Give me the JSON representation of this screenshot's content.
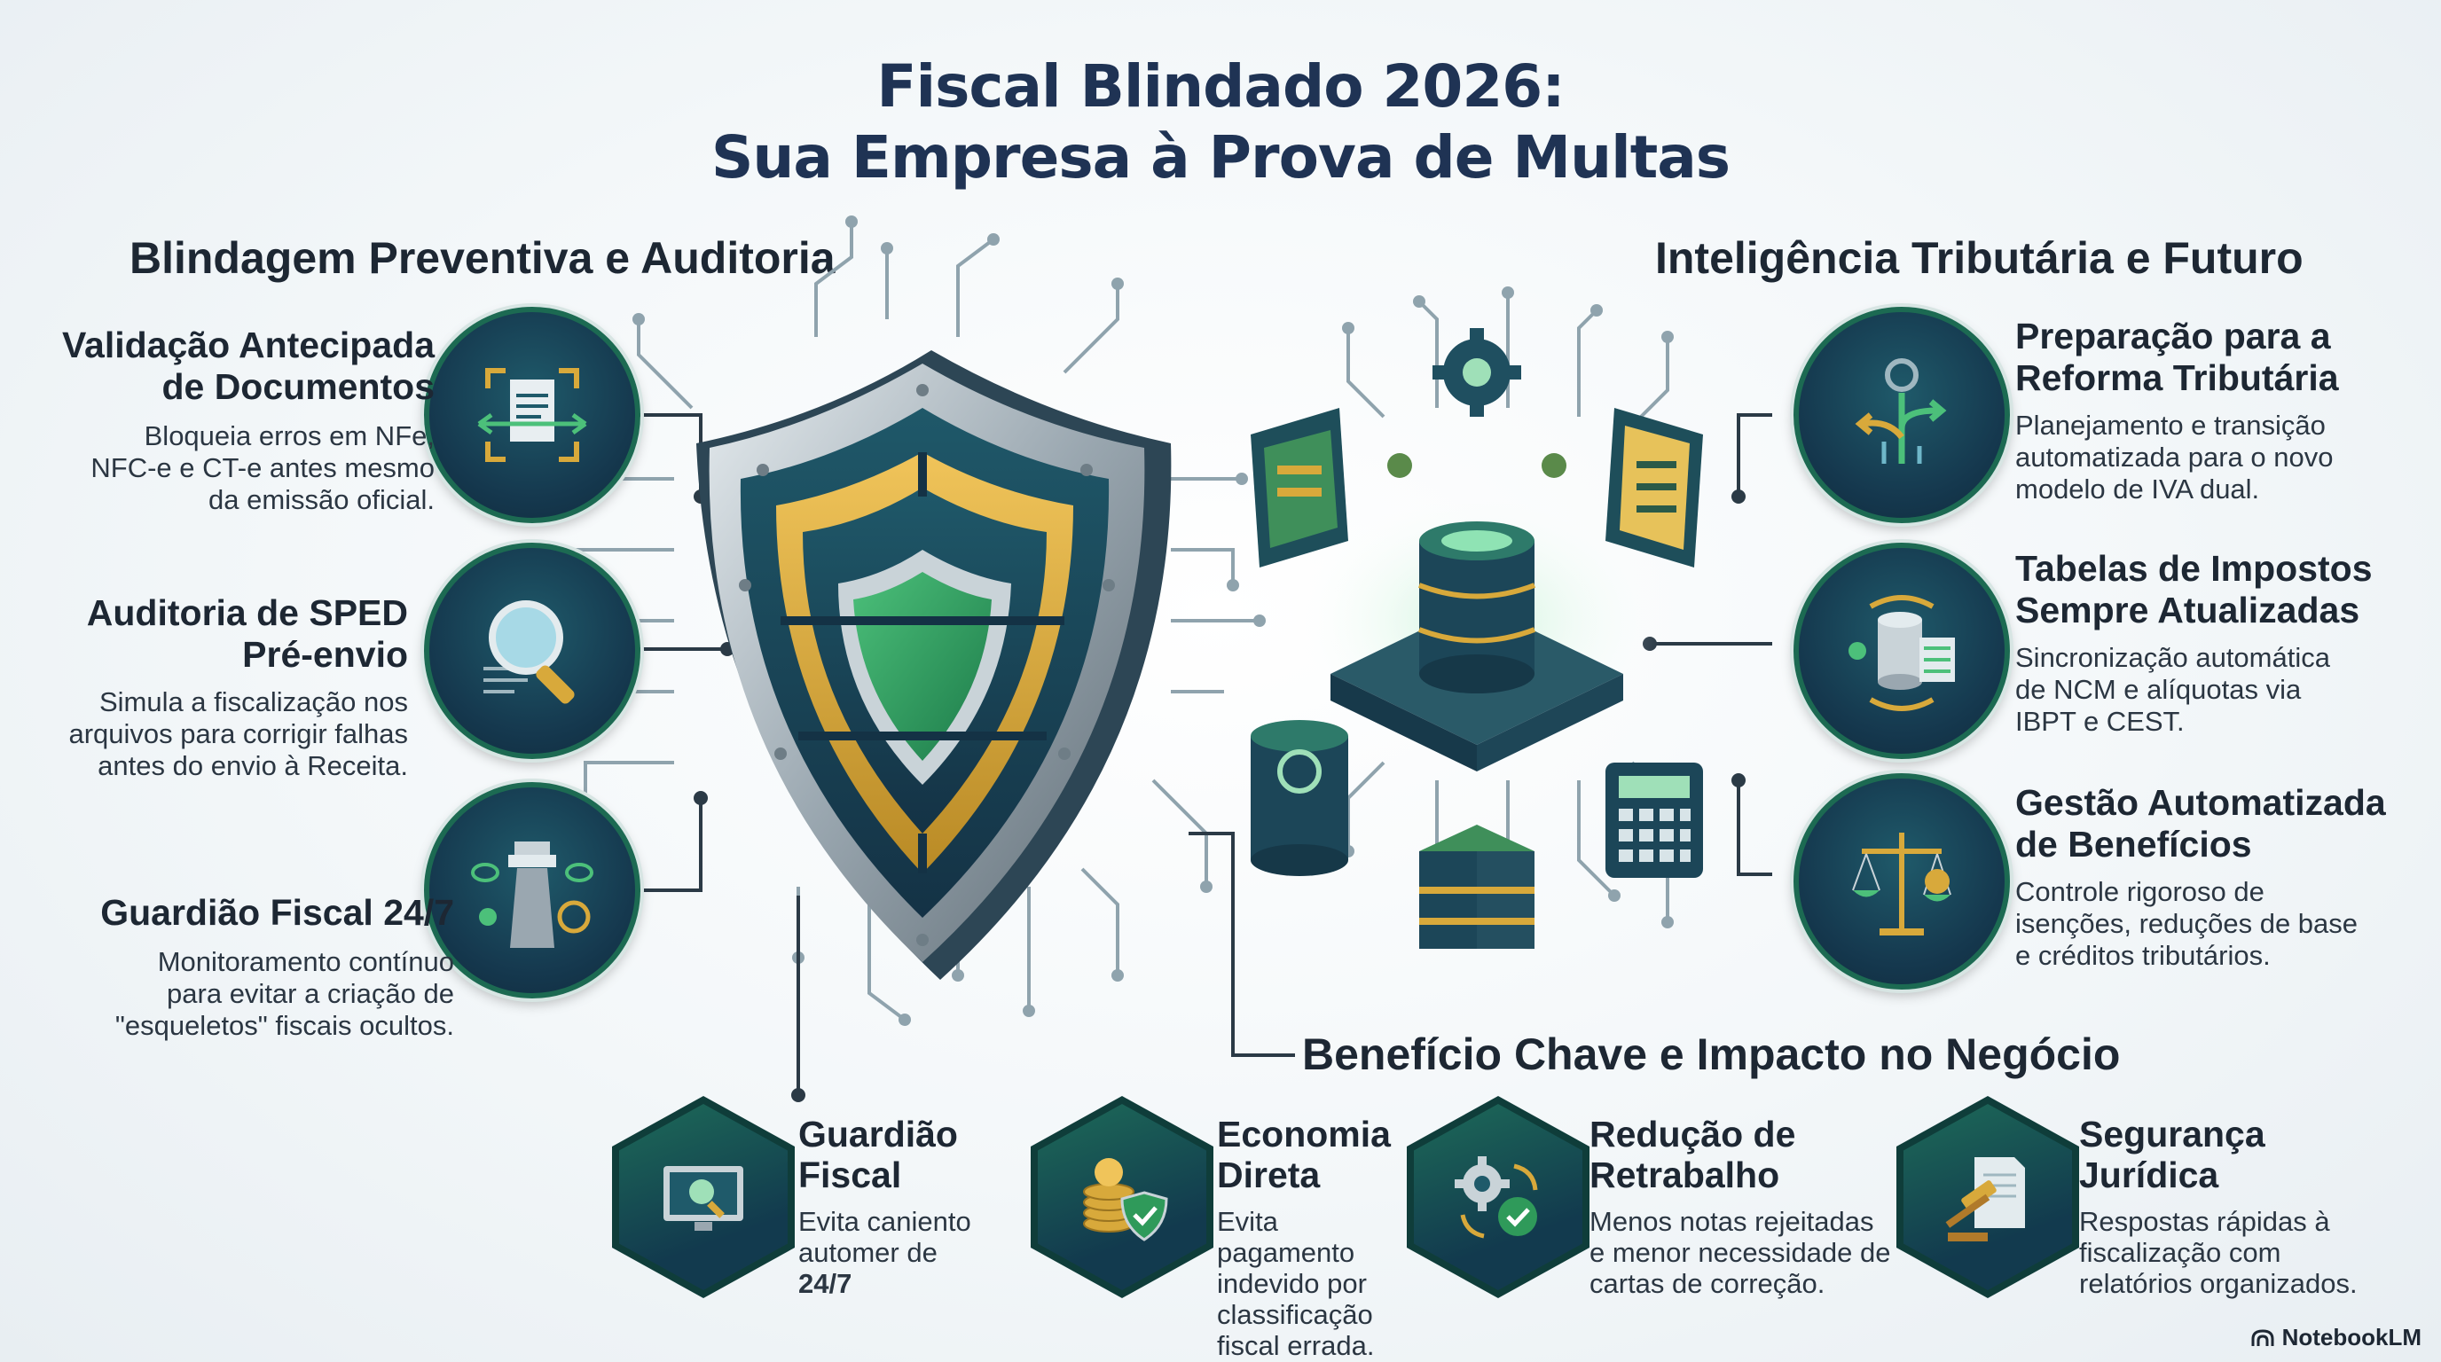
{
  "title_line1": "Fiscal Blindado 2026:",
  "title_line2": "Sua Empresa à Prova de Multas",
  "left_section": {
    "heading": "Blindagem Preventiva e Auditoria",
    "items": [
      {
        "title_l1": "Validação Antecipada",
        "title_l2": "de Documentos",
        "desc_l1": "Bloqueia erros em NFe,",
        "desc_l2": "NFC-e e CT-e antes mesmo",
        "desc_l3": "da emissão oficial.",
        "icon": "document-scan-icon"
      },
      {
        "title_l1": "Auditoria de SPED",
        "title_l2": "Pré-envio",
        "desc_l1": "Simula a fiscalização nos",
        "desc_l2": "arquivos para corrigir falhas",
        "desc_l3": "antes do envio à Receita.",
        "icon": "magnifier-icon"
      },
      {
        "title_l1": "Guardião Fiscal 24/7",
        "title_l2": "",
        "desc_l1": "Monitoramento contínuo",
        "desc_l2": "para evitar a criação de",
        "desc_l3": "\"esqueletos\" fiscais ocultos.",
        "icon": "watchtower-icon"
      }
    ]
  },
  "right_section": {
    "heading": "Inteligência Tributária e Futuro",
    "items": [
      {
        "title_l1": "Preparação para a",
        "title_l2": "Reforma Tributária",
        "desc_l1": "Planejamento e transição",
        "desc_l2": "automatizada para o novo",
        "desc_l3": "modelo de IVA dual.",
        "icon": "branching-arrows-icon"
      },
      {
        "title_l1": "Tabelas de Impostos",
        "title_l2": "Sempre Atualizadas",
        "desc_l1": "Sincronização automática",
        "desc_l2": "de NCM e alíquotas via",
        "desc_l3": "IBPT e CEST.",
        "icon": "database-sync-icon"
      },
      {
        "title_l1": "Gestão Automatizada",
        "title_l2": "de Benefícios",
        "desc_l1": "Controle rigoroso de",
        "desc_l2": "isenções, reduções de base",
        "desc_l3": "e créditos tributários.",
        "icon": "balance-scale-icon"
      }
    ]
  },
  "bottom_section": {
    "heading": "Benefício Chave e Impacto no Negócio",
    "items": [
      {
        "title_l1": "Guardião",
        "title_l2": "Fiscal",
        "desc_l1": "Evita caniento",
        "desc_l2": "automer de",
        "desc_l3": "24/7",
        "desc_l4": "",
        "icon": "monitor-search-icon"
      },
      {
        "title_l1": "Economia",
        "title_l2": "Direta",
        "desc_l1": "Evita pagamento",
        "desc_l2": "indevido por",
        "desc_l3": "classificação",
        "desc_l4": "fiscal errada.",
        "icon": "coins-shield-icon"
      },
      {
        "title_l1": "Redução de",
        "title_l2": "Retrabalho",
        "desc_l1": "Menos notas rejeitadas",
        "desc_l2": "e menor necessidade de",
        "desc_l3": "cartas de correção.",
        "desc_l4": "",
        "icon": "gear-check-icon"
      },
      {
        "title_l1": "Segurança",
        "title_l2": "Jurídica",
        "desc_l1": "Respostas rápidas à",
        "desc_l2": "fiscalização com",
        "desc_l3": "relatórios organizados.",
        "desc_l4": "",
        "icon": "gavel-icon"
      }
    ]
  },
  "brand": "NotebookLM",
  "colors": {
    "navy": "#1f3354",
    "teal": "#1c6a52",
    "gold": "#d8a93b",
    "green": "#2f9a5a"
  }
}
